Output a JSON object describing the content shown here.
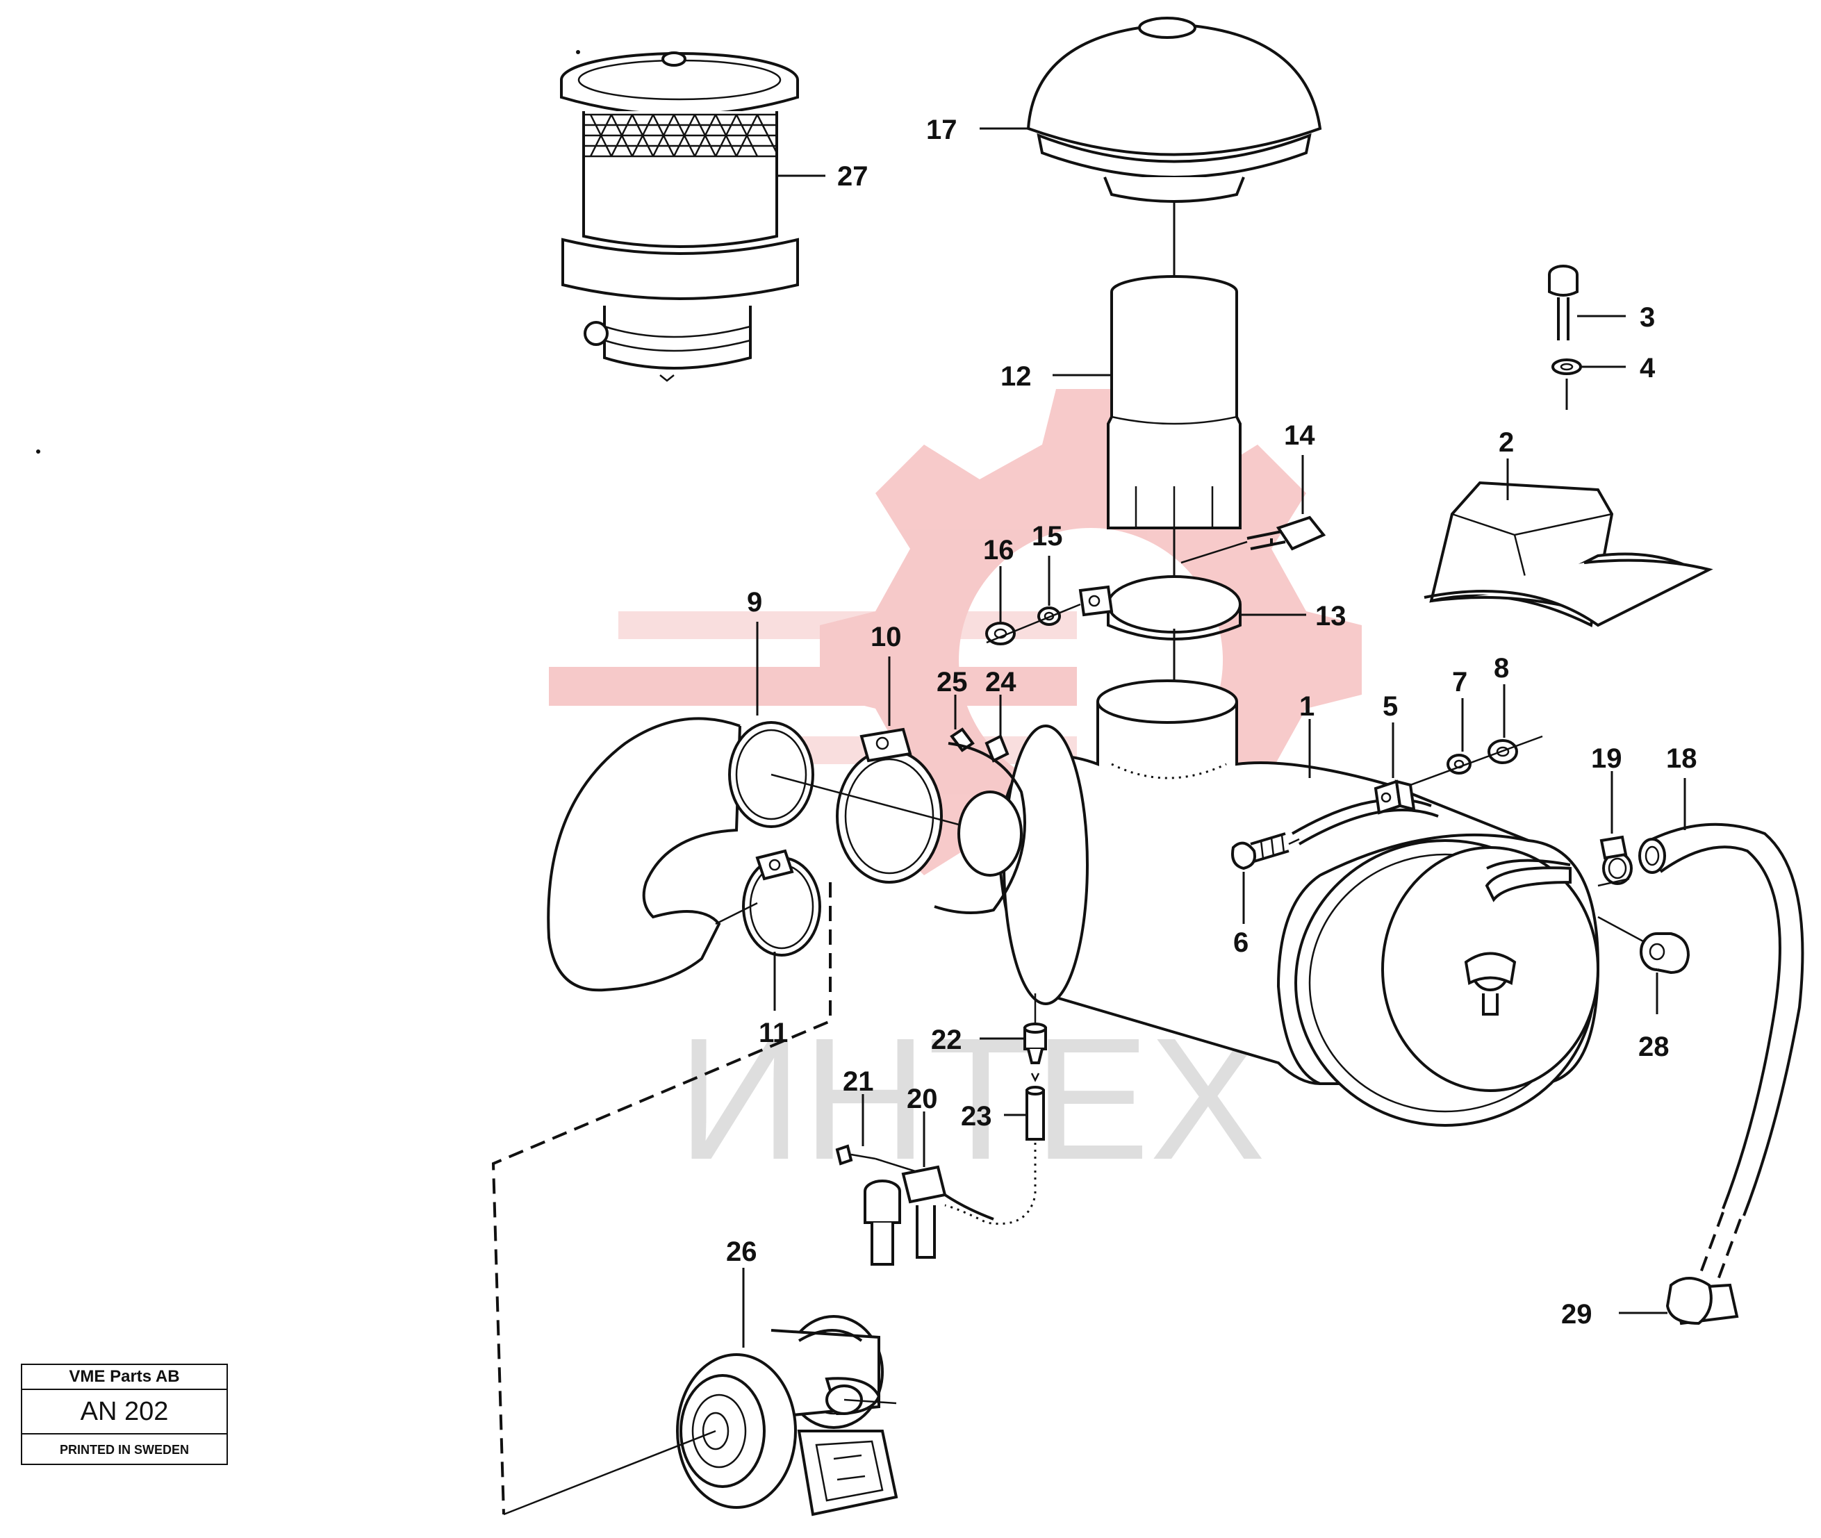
{
  "diagram": {
    "watermark_text": "ИНТЕХ",
    "watermark_gear_color": "#f4b8b8",
    "watermark_text_color": "#d9d9d9",
    "line_color": "#111111",
    "callouts": [
      {
        "id": "1",
        "text": "1"
      },
      {
        "id": "2",
        "text": "2"
      },
      {
        "id": "3",
        "text": "3"
      },
      {
        "id": "4",
        "text": "4"
      },
      {
        "id": "5",
        "text": "5"
      },
      {
        "id": "6",
        "text": "6"
      },
      {
        "id": "7",
        "text": "7"
      },
      {
        "id": "8",
        "text": "8"
      },
      {
        "id": "9",
        "text": "9"
      },
      {
        "id": "10",
        "text": "10"
      },
      {
        "id": "11",
        "text": "11"
      },
      {
        "id": "12",
        "text": "12"
      },
      {
        "id": "13",
        "text": "13"
      },
      {
        "id": "14",
        "text": "14"
      },
      {
        "id": "15",
        "text": "15"
      },
      {
        "id": "16",
        "text": "16"
      },
      {
        "id": "17",
        "text": "17"
      },
      {
        "id": "18",
        "text": "18"
      },
      {
        "id": "19",
        "text": "19"
      },
      {
        "id": "20",
        "text": "20"
      },
      {
        "id": "21",
        "text": "21"
      },
      {
        "id": "22",
        "text": "22"
      },
      {
        "id": "23",
        "text": "23"
      },
      {
        "id": "24",
        "text": "24"
      },
      {
        "id": "25",
        "text": "25"
      },
      {
        "id": "26",
        "text": "26"
      },
      {
        "id": "27",
        "text": "27"
      },
      {
        "id": "28",
        "text": "28"
      },
      {
        "id": "29",
        "text": "29"
      }
    ]
  },
  "title_block": {
    "company": "VME Parts AB",
    "code": "AN 202",
    "printed": "PRINTED IN SWEDEN"
  }
}
